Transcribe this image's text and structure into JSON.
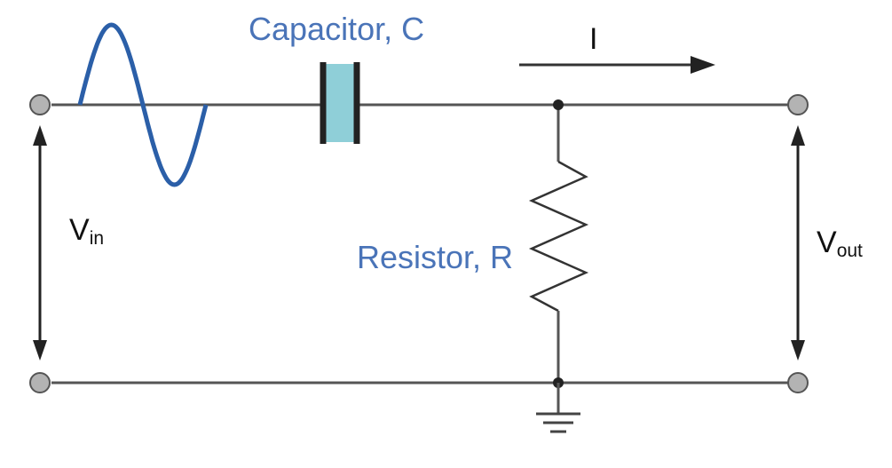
{
  "labels": {
    "capacitor": "Capacitor, C",
    "resistor": "Resistor, R",
    "current": "I",
    "vin_main": "V",
    "vin_sub": "in",
    "vout_main": "V",
    "vout_sub": "out"
  },
  "colors": {
    "wire": "#555555",
    "label_blue": "#4a74b8",
    "sine_wave": "#2b5fa8",
    "capacitor_fill": "#8fcfd8",
    "terminal_fill": "#b3b3b3"
  }
}
